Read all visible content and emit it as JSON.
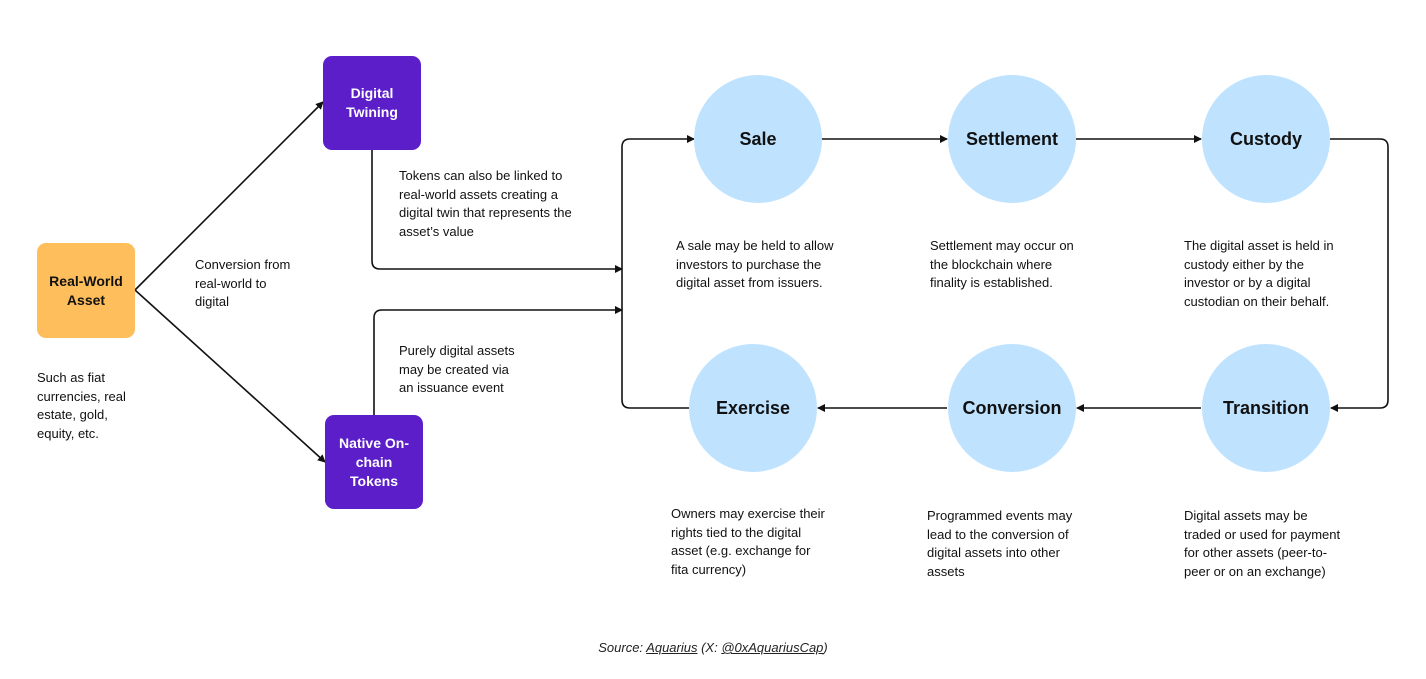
{
  "nodes": {
    "real_world_asset": "Real-World\nAsset",
    "digital_twining": "Digital\nTwining",
    "native_tokens": "Native On-\nchain Tokens",
    "sale": "Sale",
    "settlement": "Settlement",
    "custody": "Custody",
    "transition": "Transition",
    "conversion": "Conversion",
    "exercise": "Exercise"
  },
  "notes": {
    "real_world_examples": "Such as fiat\ncurrencies, real\nestate, gold,\nequity, etc.",
    "conversion_real_to_digital": "Conversion from\nreal-world to\ndigital",
    "digital_twin": "Tokens can also be linked to\nreal-world assets creating a\ndigital twin that represents the\nasset’s value",
    "purely_digital": "Purely digital assets\nmay be created via\nan issuance event",
    "sale": "A sale may be held to allow\ninvestors to purchase the\ndigital asset from issuers.",
    "settlement": "Settlement may occur on\nthe blockchain where\nfinality is established.",
    "custody": "The digital asset is held in\ncustody either by the\ninvestor or by a digital\ncustodian on their behalf.",
    "exercise": "Owners may exercise their\nrights tied to the digital\nasset (e.g. exchange for\nfita currency)",
    "conversion": "Programmed events may\nlead to the conversion of\ndigital assets into other\nassets",
    "transition": "Digital assets may be\ntraded or used for payment\nfor other assets (peer-to-\npeer or on an exchange)"
  },
  "source": {
    "prefix": "Source: ",
    "name": "Aquarius",
    "mid": " (X: ",
    "handle": "@0xAquariusCap",
    "suffix": ")"
  },
  "colors": {
    "real_world_box": "#ffbe5c",
    "token_boxes": "#5b1ec9",
    "stage_circles": "#bfe3ff",
    "connectors": "#111111"
  }
}
